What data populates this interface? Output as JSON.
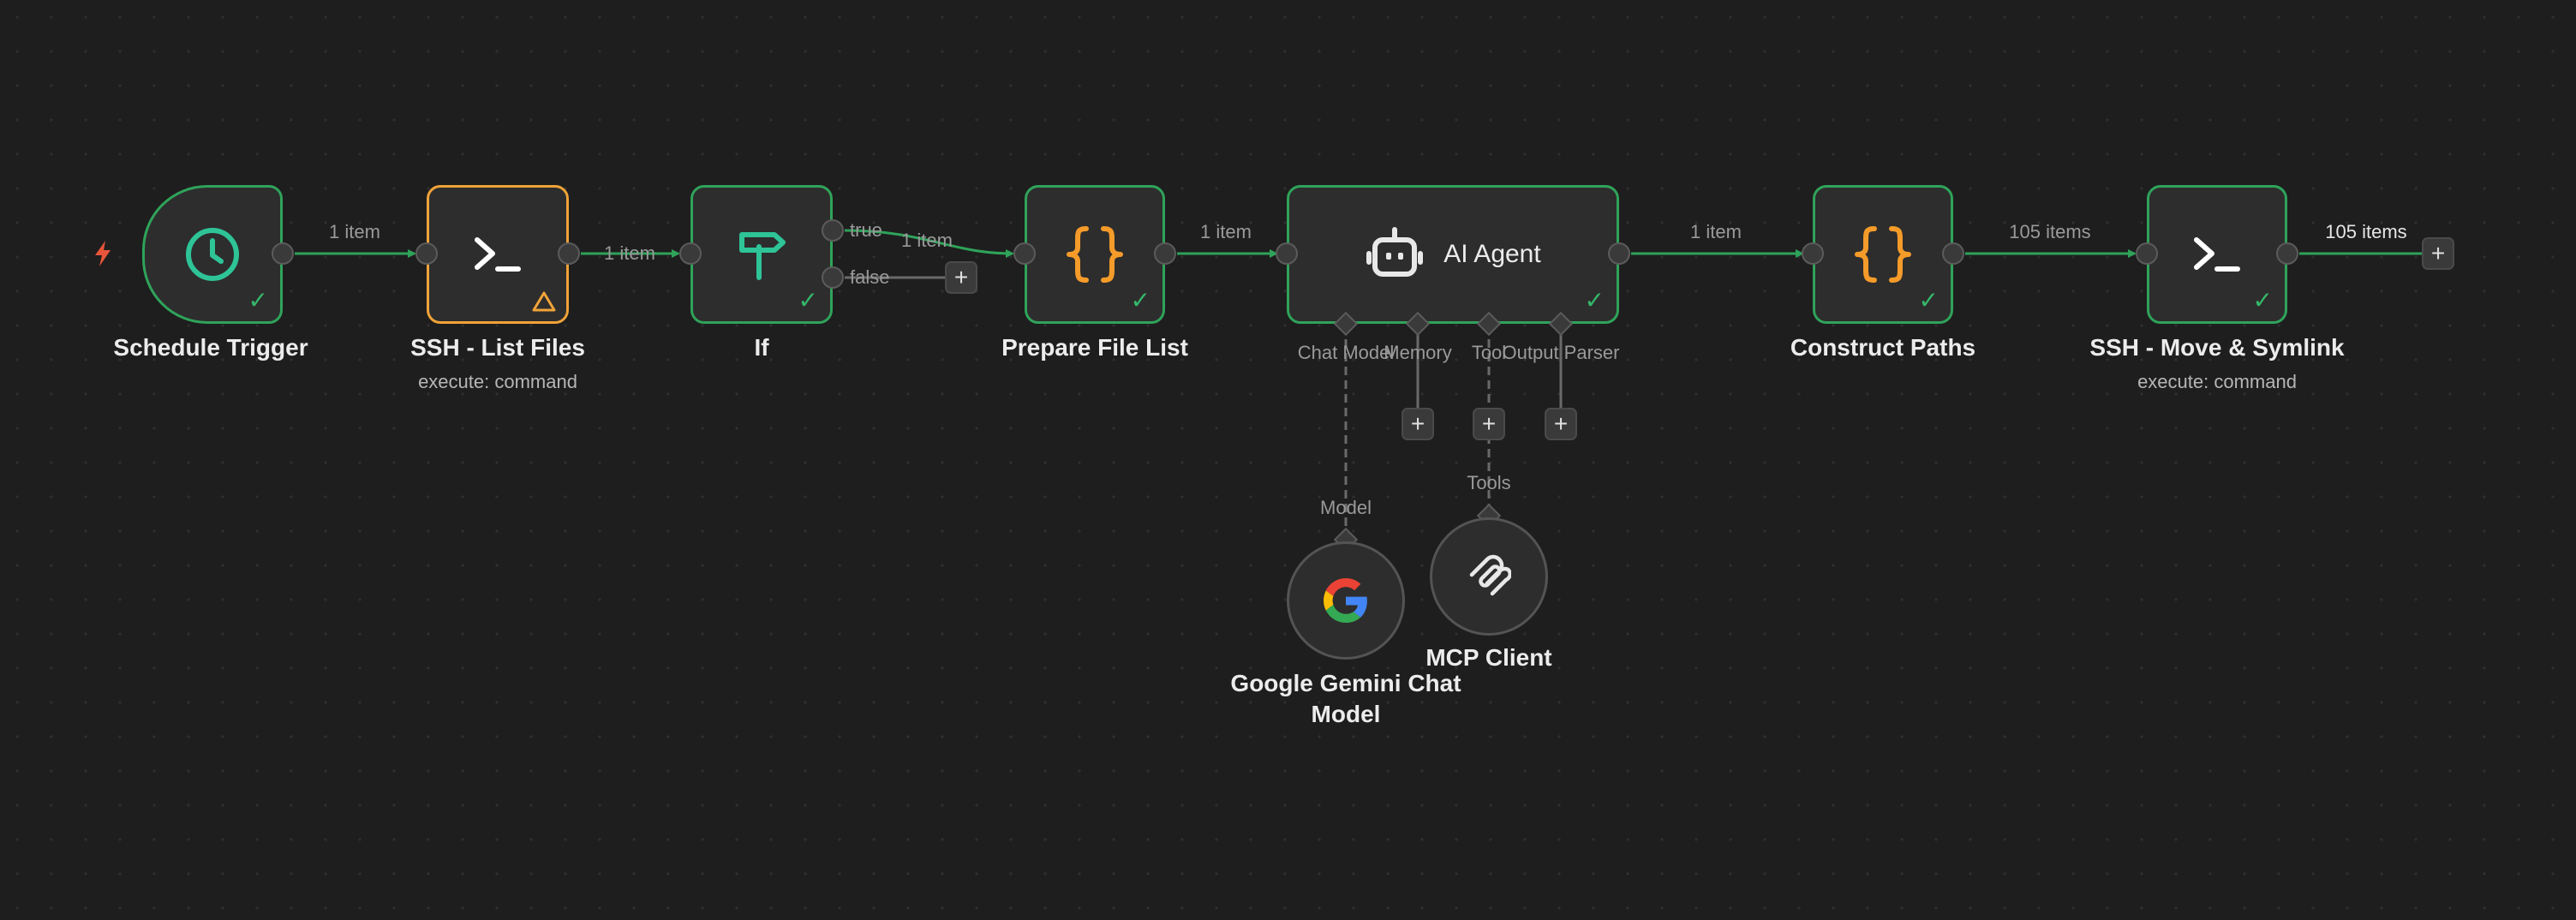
{
  "colors": {
    "canvas": "#1e1e1e",
    "node_fill": "#2d2d2d",
    "success_border": "#2fa35a",
    "warning_border": "#f0a338",
    "connection": "#2fa35a",
    "teal_icon": "#2ec497",
    "code_icon": "#f59b2a",
    "trigger_bolt": "#e9553b"
  },
  "nodes": {
    "schedule_trigger": {
      "title": "Schedule Trigger",
      "icon": "clock-icon"
    },
    "ssh_list_files": {
      "title": "SSH - List Files",
      "subtitle": "execute: command",
      "icon": "terminal-icon",
      "status": "warning"
    },
    "if_node": {
      "title": "If",
      "icon": "signpost-icon",
      "outputs": {
        "true_label": "true",
        "false_label": "false"
      }
    },
    "prepare_file_list": {
      "title": "Prepare File List",
      "icon": "code-braces-icon"
    },
    "ai_agent": {
      "title": "AI Agent",
      "icon": "robot-icon",
      "ports": {
        "chat_model": "Chat Model",
        "memory": "Memory",
        "tool": "Tool",
        "output_parser": "Output Parser"
      }
    },
    "construct_paths": {
      "title": "Construct Paths",
      "icon": "code-braces-icon"
    },
    "ssh_move_symlink": {
      "title": "SSH - Move & Symlink",
      "subtitle": "execute: command",
      "icon": "terminal-icon"
    },
    "gemini_chat_model": {
      "title": "Google Gemini Chat Model",
      "port_label": "Model",
      "icon": "google-g-icon"
    },
    "mcp_client": {
      "title": "MCP Client",
      "port_label": "Tools",
      "icon": "mcp-icon"
    }
  },
  "connections": {
    "trigger_to_ssh": "1 item",
    "ssh_to_if": "1 item",
    "if_true_to_prepare": "1 item",
    "prepare_to_agent": "1 item",
    "agent_to_construct": "1 item",
    "construct_to_move": "105 items",
    "move_output": "105 items"
  }
}
